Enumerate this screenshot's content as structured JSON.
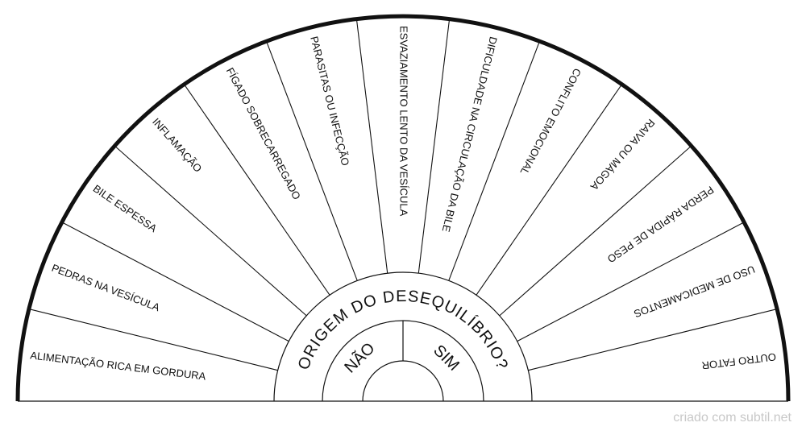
{
  "chart_data": {
    "type": "other",
    "segments": [
      "ALIMENTAÇÃO RICA EM GORDURA",
      "PEDRAS NA VESÍCULA",
      "BILE ESPESSA",
      "INFLAMAÇÃO",
      "FÍGADO SOBRECARREGADO",
      "PARASITAS OU INFECÇÃO",
      "ESVAZIAMENTO LENTO DA VESÍCULA",
      "DIFICULDADE NA CIRCULAÇÃO DA BILE",
      "CONFLITO EMOCIONAL",
      "RAIVA OU MÁGOA",
      "PERDA RÁPIDA DE PESO",
      "USO DE MEDICAMENTOS",
      "OUTRO FATOR"
    ],
    "title": "ORIGEM DO DESEQUILÍBRIO?",
    "answers": [
      "NÃO",
      "SIM"
    ]
  },
  "watermark": "criado com subtil.net"
}
